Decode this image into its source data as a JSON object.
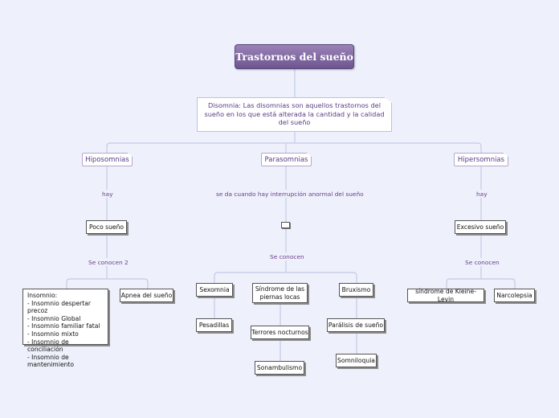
{
  "root": {
    "title": "Trastornos del sueño"
  },
  "callout": {
    "text": "Disomnia: Las disomnias son aquellos trastornos del sueño en los que está alterada la cantidad y la calidad del sueño"
  },
  "categories": {
    "hiposomnias": "Hiposomnias",
    "parasomnias": "Parasomnias",
    "hipersomnias": "Hipersomnias"
  },
  "labels": {
    "hay_left": "hay",
    "parasomnias_desc": "se da cuando hay interrupción anormal del sueño",
    "hay_right": "hay",
    "se_conocen_2": "Se conocen 2",
    "se_conocen_mid": "Se conocen",
    "se_conocen_right": "Se conocen"
  },
  "nodes": {
    "poco_sueno": "Poco sueño",
    "insomnio_title": "Insomnio:",
    "insomnio_items": [
      "- Insomnio despertar precoz",
      "- Insomnio Global",
      "- Insomnio familiar fatal",
      "- Insomnio mixto",
      "- Insomnio de conciliación",
      "- Insomnio de mantenimiento"
    ],
    "apnea": "Apnea del sueño",
    "sexomnia": "Sexomnia",
    "pesadillas": "Pesadillas",
    "piernas": "Síndrome de las piernas locas",
    "terrores": "Terrores nocturnos",
    "sonambulismo": "Sonambulismo",
    "bruxismo": "Bruxismo",
    "paralisis": "Parálisis de sueño",
    "somniloquia": "Somniloquia",
    "excesivo": "Excesivo sueño",
    "kleine": "síndrome de Kleine-Levin",
    "narcolepsia": "Narcolepsia"
  }
}
